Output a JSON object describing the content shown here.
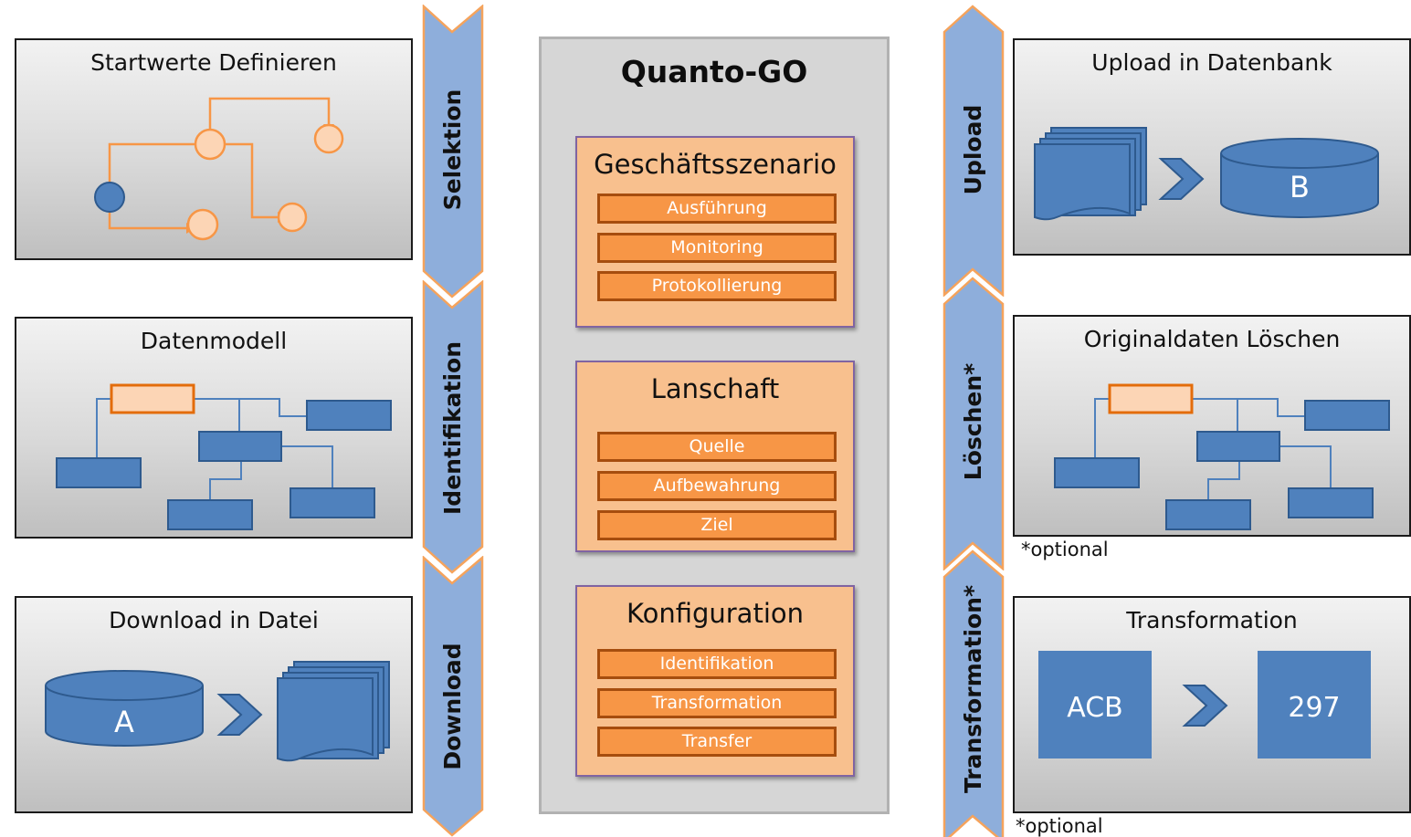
{
  "center": {
    "title": "Quanto-GO",
    "groups": [
      {
        "title": "Geschäftsszenario",
        "items": [
          "Ausführung",
          "Monitoring",
          "Protokollierung"
        ]
      },
      {
        "title": "Lanschaft",
        "items": [
          "Quelle",
          "Aufbewahrung",
          "Ziel"
        ]
      },
      {
        "title": "Konfiguration",
        "items": [
          "Identifikation",
          "Transformation",
          "Transfer"
        ]
      }
    ]
  },
  "left_panels": {
    "startwerte": {
      "title": "Startwerte Definieren"
    },
    "datenmodell": {
      "title": "Datenmodell"
    },
    "download": {
      "title": "Download in Datei",
      "db_label": "A"
    }
  },
  "right_panels": {
    "upload": {
      "title": "Upload in Datenbank",
      "db_label": "B"
    },
    "loeschen": {
      "title": "Originaldaten Löschen",
      "note": "*optional"
    },
    "transformation": {
      "title": "Transformation",
      "from_label": "ACB",
      "to_label": "297",
      "note": "*optional"
    }
  },
  "left_arrows": {
    "selektion": "Selektion",
    "identifikation": "Identifikation",
    "download": "Download"
  },
  "right_arrows": {
    "upload": "Upload",
    "loeschen": "Löschen*",
    "transformation": "Transformation*"
  },
  "colors": {
    "chevron_fill": "#8eaedb",
    "chevron_stroke": "#f5a35c",
    "shape_blue": "#4f81bd",
    "shape_blue_dark": "#2e5a8e",
    "orange": "#f79646",
    "orange_light": "#fcd5b5",
    "group_fill": "#f8c08e",
    "group_border": "#8064a2"
  }
}
